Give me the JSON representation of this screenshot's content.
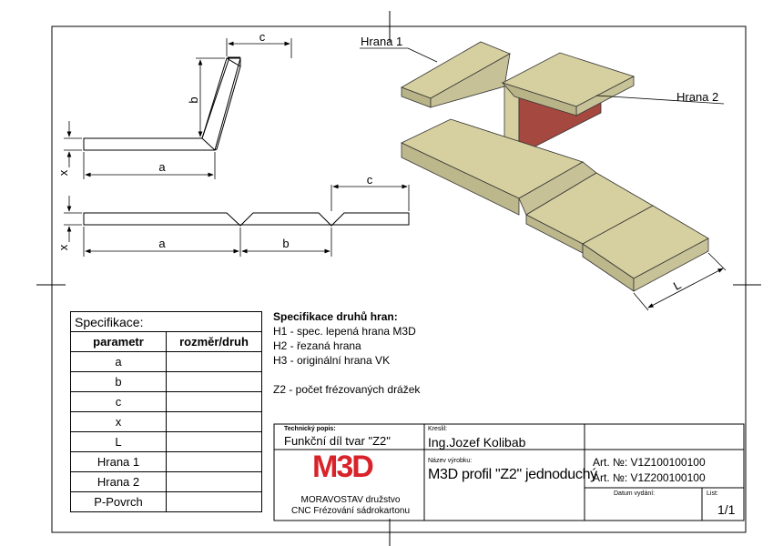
{
  "drawing": {
    "labels": {
      "c_top": "c",
      "b_top": "b",
      "x_top": "x",
      "a_top": "a",
      "c_bottom": "c",
      "x_bottom": "x",
      "a_bottom": "a",
      "b_bottom": "b",
      "hrana1": "Hrana 1",
      "hrana2": "Hrana 2",
      "L": "L"
    }
  },
  "spec_table": {
    "caption": "Specifikace:",
    "headers": [
      "parametr",
      "rozměr/druh"
    ],
    "rows": [
      {
        "param": "a",
        "value": ""
      },
      {
        "param": "b",
        "value": ""
      },
      {
        "param": "c",
        "value": ""
      },
      {
        "param": "x",
        "value": ""
      },
      {
        "param": "L",
        "value": ""
      },
      {
        "param": "Hrana 1",
        "value": ""
      },
      {
        "param": "Hrana 2",
        "value": ""
      },
      {
        "param": "P-Povrch",
        "value": ""
      }
    ]
  },
  "edge_spec": {
    "title": "Specifikace druhů hran:",
    "lines": [
      "H1 - spec. lepená hrana M3D",
      "H2 - řezaná hrana",
      "H3 - originální hrana VK",
      "",
      "Z2 - počet frézovaných drážek"
    ]
  },
  "title_block": {
    "tech_desc_label": "Technický popis:",
    "tech_desc_value": "Funkční  díl tvar \"Z2\"",
    "drawn_label": "Kreslil:",
    "drawn_value": "Ing.Jozef Kolibab",
    "product_label": "Název výrobku:",
    "product_value": "M3D profil \"Z2\" jednoduchý",
    "art1": "Art. №: V1Z100100100",
    "art2": "Art. №: V1Z200100100",
    "issue_label": "Datum vydání:",
    "sheet_label": "List:",
    "sheet_value": "1/1",
    "logo": "M3D",
    "company1": "MORAVOSTAV družstvo",
    "company2": "CNC Frézování sádrokartonu",
    "brand_color": "#d8232a"
  }
}
